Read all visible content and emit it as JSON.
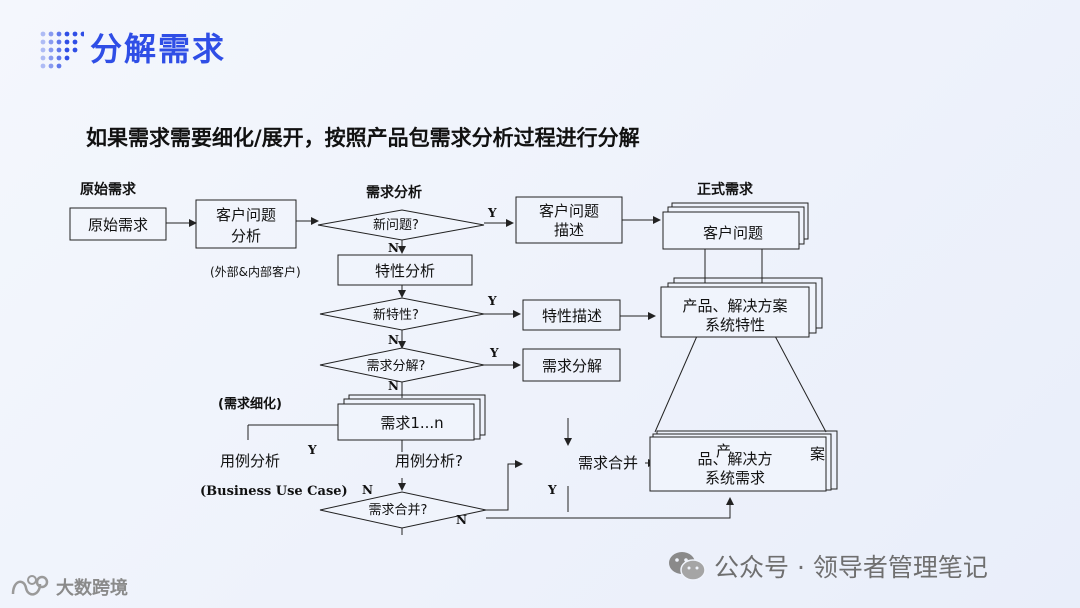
{
  "header": {
    "title": "分解需求",
    "subtitle": "如果需求需要细化/展开，按照产品包需求分析过程进行分解"
  },
  "diagram": {
    "col_raw": "原始需求",
    "col_analysis": "需求分析",
    "col_formal": "正式需求",
    "raw_box": "原始需求",
    "customer_analysis": [
      "客户问题",
      "分析"
    ],
    "customer_note": "(外部&内部客户)",
    "decision_new_problem": "新问题?",
    "customer_desc": [
      "客户问题",
      "描述"
    ],
    "formal_customer_problem": "客户问题",
    "feature_analysis": "特性分析",
    "decision_new_feature": "新特性?",
    "feature_desc": "特性描述",
    "formal_product_features": [
      "产品、解决方案",
      "系统特性"
    ],
    "decision_decompose": "需求分解?",
    "decompose_box": "需求分解",
    "refine_note": "(需求细化)",
    "req_stack": "需求1...n",
    "usecase_left": "用例分析",
    "usecase_q": "用例分析?",
    "business_use_case": "(Business Use Case)",
    "merge_label": "需求合并",
    "decision_merge": "需求合并?",
    "formal_system_req": [
      "品、解决方",
      "系统需求"
    ],
    "frag_chan": "产",
    "frag_an": "案",
    "y": "Y",
    "n": "N"
  },
  "watermark": {
    "text": "公众号 · 领导者管理笔记",
    "icon": "wechat-icon"
  },
  "brand": {
    "text": "大数跨境",
    "icon": "brand-logo-icon"
  },
  "colors": {
    "accent": "#2f4ee6",
    "line": "#222222"
  }
}
